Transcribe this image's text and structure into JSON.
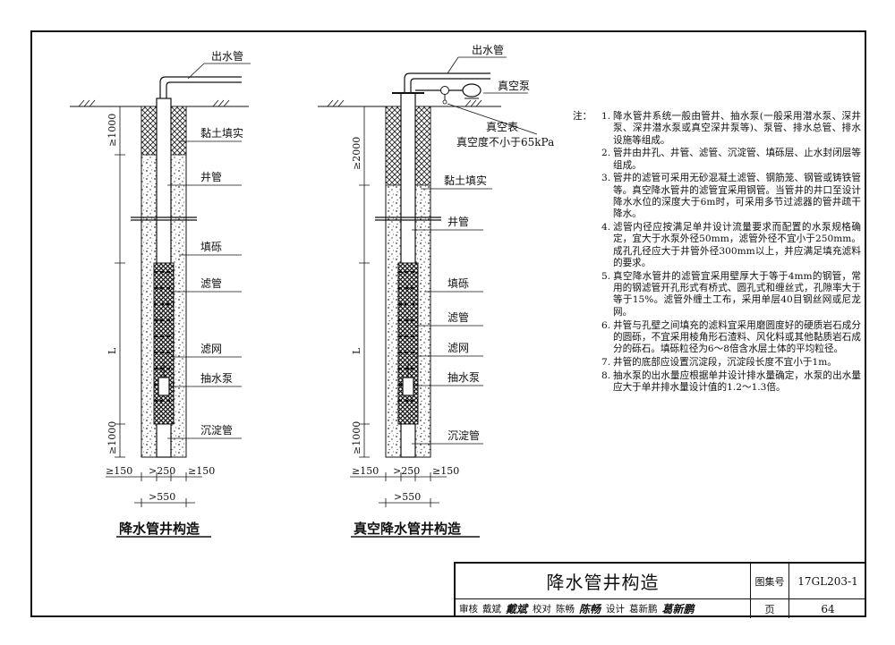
{
  "left_diagram": {
    "caption": "降水管井构造",
    "labels": {
      "outlet_pipe": "出水管",
      "clay_fill": "黏土填实",
      "well_pipe": "井管",
      "gravel_fill": "填砾",
      "filter_pipe": "滤管",
      "filter_mesh": "滤网",
      "pump": "抽水泵",
      "settling_pipe": "沉淀管"
    },
    "dims": {
      "top_depth": "≥1000",
      "length": "L",
      "bottom_depth": "≥1000",
      "w1": "≥150",
      "w2": ">250",
      "w3": "≥150",
      "total": ">550"
    }
  },
  "right_diagram": {
    "caption": "真空降水管井构造",
    "labels": {
      "outlet_pipe": "出水管",
      "vacuum_pump": "真空泵",
      "vacuum_gauge": "真空表",
      "vacuum_req": "真空度不小于65kPa",
      "clay_fill": "黏土填实",
      "well_pipe": "井管",
      "gravel_fill": "填砾",
      "filter_pipe": "滤管",
      "filter_mesh": "滤网",
      "pump": "抽水泵",
      "settling_pipe": "沉淀管"
    },
    "dims": {
      "top_depth": "≥2000",
      "length": "L",
      "bottom_depth": "≥1000",
      "w1": "≥150",
      "w2": ">250",
      "w3": "≥150",
      "total": ">550"
    }
  },
  "notes": {
    "heading": "注：",
    "items": [
      {
        "num": "1.",
        "text": "降水管井系统一般由管井、抽水泵(一般采用潜水泵、深井泵、深井潜水泵或真空深井泵等)、泵管、排水总管、排水设施等组成。"
      },
      {
        "num": "2.",
        "text": "管井由井孔、井管、滤管、沉淀管、填砾层、止水封闭层等组成。"
      },
      {
        "num": "3.",
        "text": "管井的滤管可采用无砂混凝土滤管、钢筋笼、钢管或铸铁管等。真空降水管井的滤管宜采用钢管。当管井的井口至设计降水水位的深度大于6m时，可采用多节过滤器的管井疏干降水。"
      },
      {
        "num": "4.",
        "text": "滤管内径应按满足单井设计流量要求而配置的水泵规格确定，宜大于水泵外径50mm，滤管外径不宜小于250mm。成孔孔径应大于井管外径300mm以上，并应满足填充滤料的要求。"
      },
      {
        "num": "5.",
        "text": "真空降水管井的滤管宜采用壁厚大于等于4mm的钢管，常用的钢滤管开孔形式有桥式、圆孔式和缠丝式，孔隙率大于等于15%。滤管外缠土工布，采用单层40目钢丝网或尼龙网。"
      },
      {
        "num": "6.",
        "text": "井管与孔壁之间填充的滤料宜采用磨圆度好的硬质岩石成分的圆砾，不宜采用棱角形石渣料、风化料或其他黏质岩石成分的砾石。填砾粒径为6～8倍含水层土体的平均粒径。"
      },
      {
        "num": "7.",
        "text": "井管的底部应设置沉淀段，沉淀段长度不宜小于1m。"
      },
      {
        "num": "8.",
        "text": "抽水泵的出水量应根据单井设计排水量确定，水泵的出水量应大于单井排水量设计值的1.2～1.3倍。"
      }
    ]
  },
  "title_block": {
    "title": "降水管井构造",
    "atlas_label": "图集号",
    "atlas_no": "17GL203-1",
    "review_label": "审核",
    "reviewer": "戴斌",
    "reviewer_sig": "戴斌",
    "check_label": "校对",
    "checker": "陈畅",
    "checker_sig": "陈畅",
    "design_label": "设计",
    "designer": "葛新鹏",
    "designer_sig": "葛新鹏",
    "page_label": "页",
    "page_no": "64"
  }
}
